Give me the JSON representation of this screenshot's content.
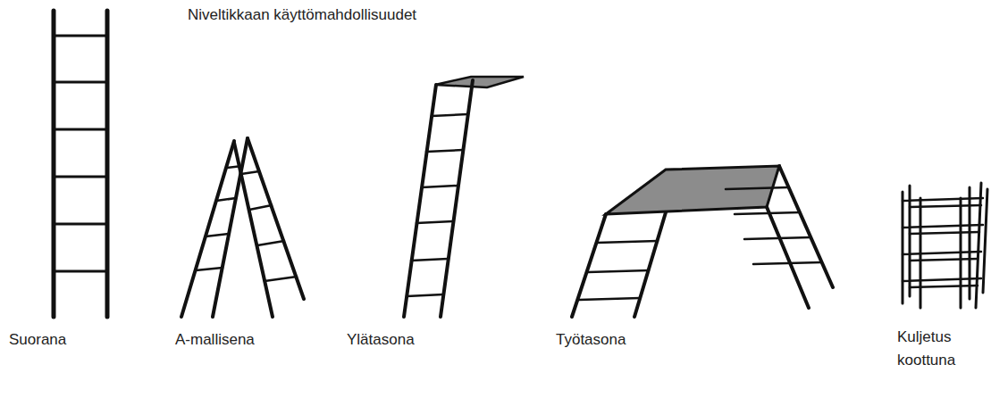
{
  "diagram": {
    "title": "Niveltikkaan käyttömahdollisuudet",
    "labels": [
      "Suorana",
      "A-mallisena",
      "Ylätasona",
      "Työtasona",
      "Kuljetus koottuna"
    ]
  }
}
